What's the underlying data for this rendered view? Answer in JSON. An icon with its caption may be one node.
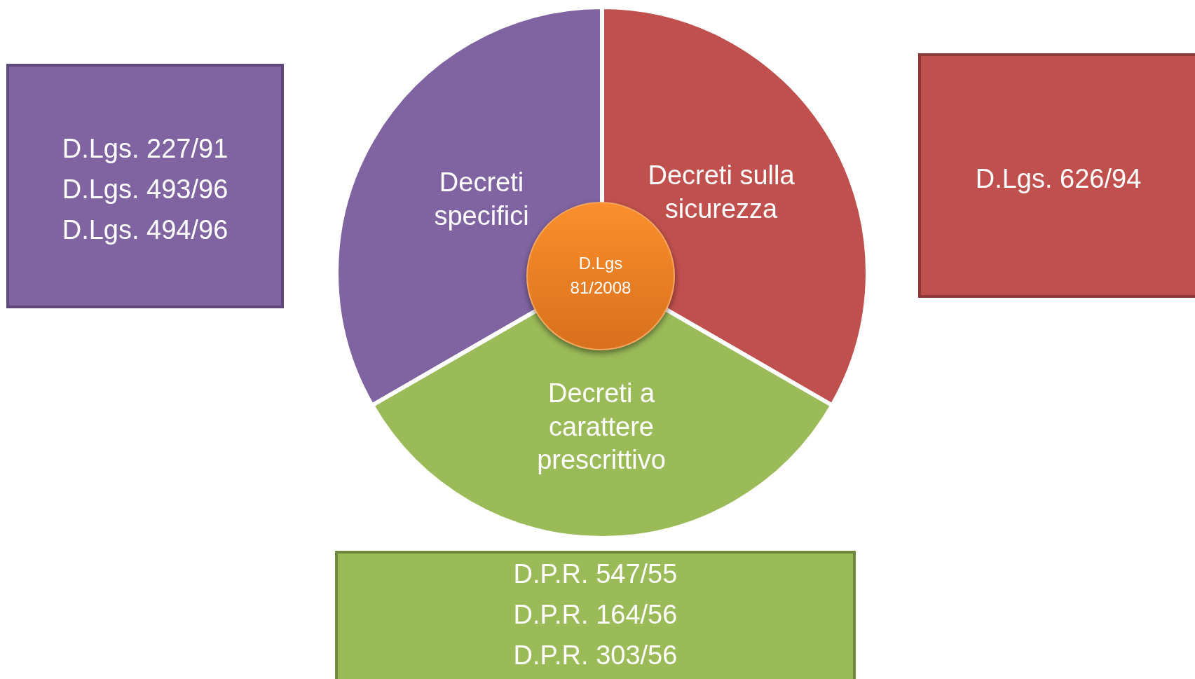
{
  "diagram": {
    "nodes": [
      {
        "text": [
          "Decreti specifici"
        ]
      },
      {
        "text": [
          "Decreti sulla sicurezza"
        ]
      },
      {
        "text": [
          "D.Lgs 81/2008"
        ]
      },
      {
        "text": [
          "Decreti a carattere prescrittivo"
        ]
      },
      {
        "text": [
          "D.Lgs. 227/91",
          "D.Lgs. 493/96",
          "D.Lgs. 494/96"
        ]
      },
      {
        "text": [
          "D.Lgs. 626/94"
        ]
      },
      {
        "text": [
          "D.P.R. 547/55",
          "D.P.R. 164/56",
          "D.P.R. 303/56"
        ]
      }
    ]
  }
}
